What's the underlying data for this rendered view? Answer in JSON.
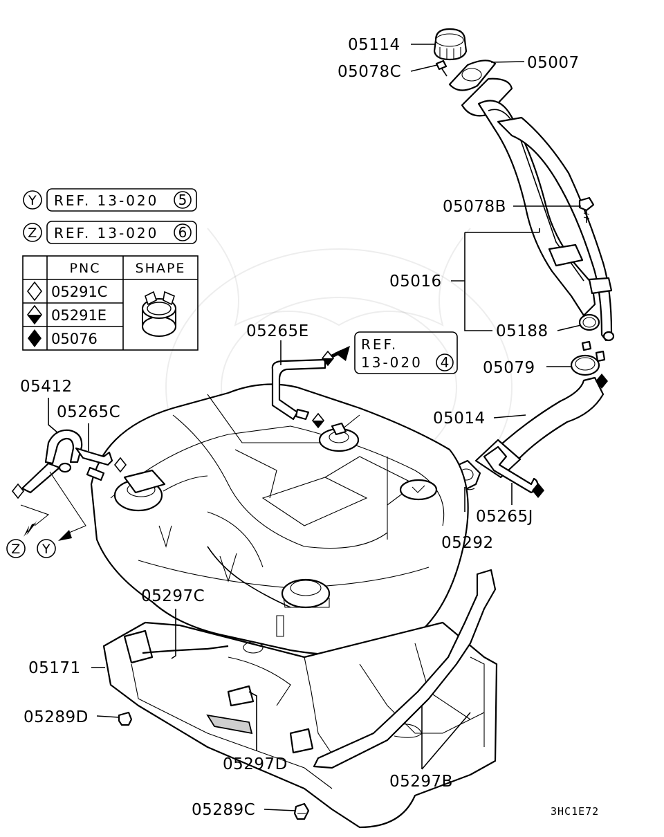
{
  "part_labels": {
    "p05114": "05114",
    "p05078C": "05078C",
    "p05007": "05007",
    "p05078B": "05078B",
    "p05016": "05016",
    "p05188": "05188",
    "p05079": "05079",
    "p05014": "05014",
    "p05265E": "05265E",
    "p05412": "05412",
    "p05265C": "05265C",
    "p05265J": "05265J",
    "p05292": "05292",
    "p05297C": "05297C",
    "p05171": "05171",
    "p05289D": "05289D",
    "p05297D": "05297D",
    "p05297B": "05297B",
    "p05289C": "05289C"
  },
  "references": {
    "y_letter": "Y",
    "y_ref": "REF. 13-020",
    "y_num": "5",
    "z_letter": "Z",
    "z_ref": "REF. 13-020",
    "z_num": "6",
    "ref4_line1": "REF.",
    "ref4_line2": "13-020",
    "ref4_num": "4",
    "arrow_z": "Z",
    "arrow_y": "Y"
  },
  "legend_table": {
    "col_pnc": "PNC",
    "col_shape": "SHAPE",
    "rows": [
      {
        "symbol": "diamond-outline",
        "pnc": "05291C"
      },
      {
        "symbol": "diamond-half",
        "pnc": "05291E"
      },
      {
        "symbol": "diamond-filled",
        "pnc": "05076"
      }
    ]
  },
  "diagram_code": "3HC1E72"
}
